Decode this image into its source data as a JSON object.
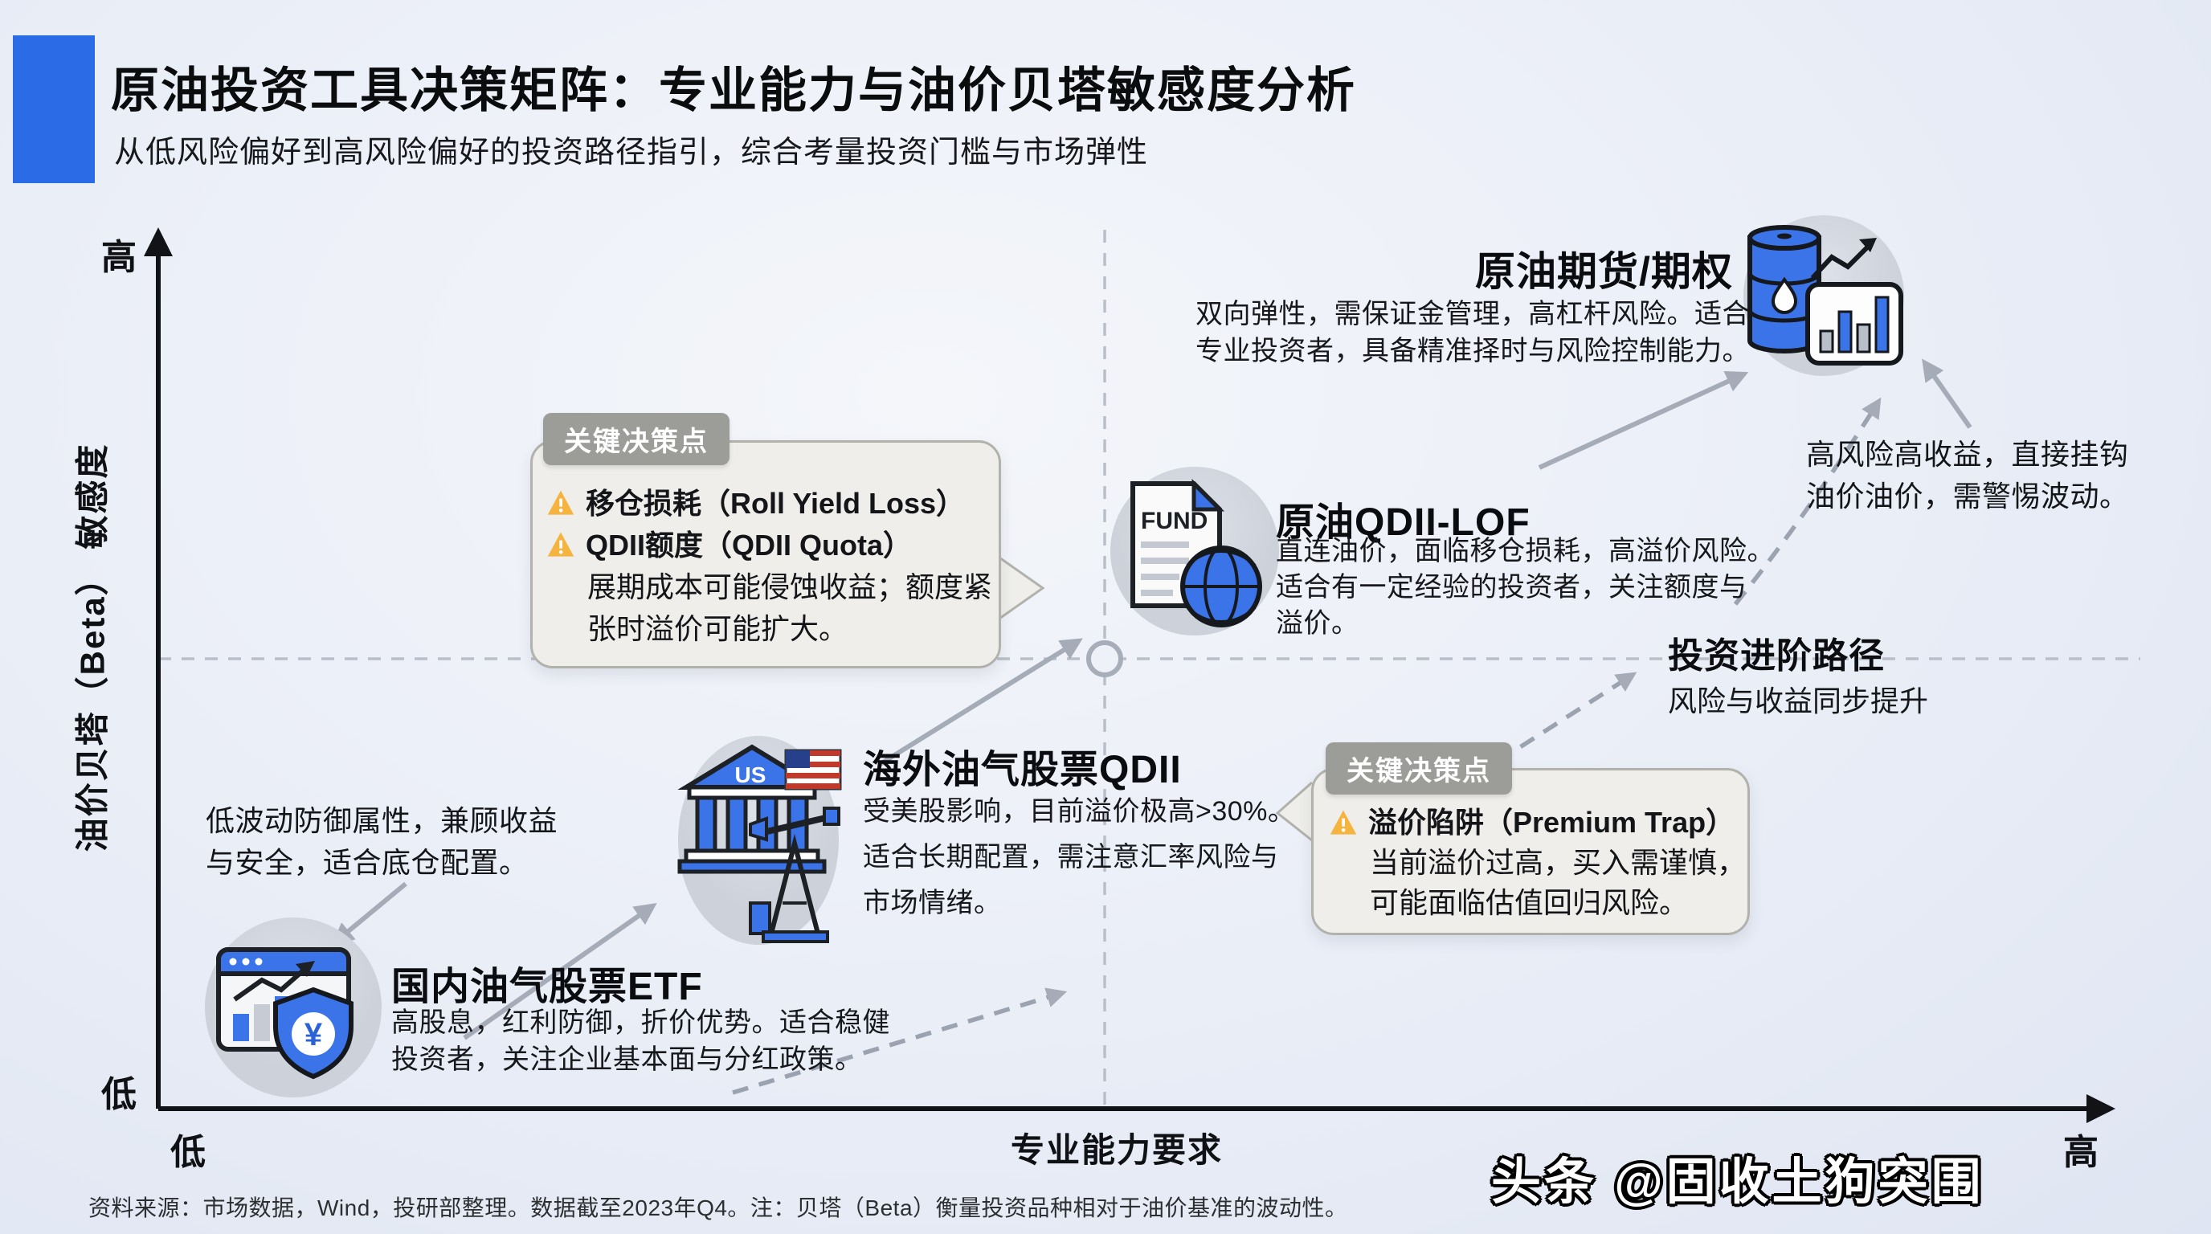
{
  "header": {
    "title": "原油投资工具决策矩阵：专业能力与油价贝塔敏感度分析",
    "subtitle": "从低风险偏好到高风险偏好的投资路径指引，综合考量投资门槛与市场弹性"
  },
  "axes": {
    "y_high": "高",
    "y_low": "低",
    "y_title": "油价贝塔（Beta） 敏感度",
    "x_low": "低",
    "x_title": "专业能力要求",
    "x_high": "高"
  },
  "nodes": {
    "etf": {
      "title": "国内油气股票ETF",
      "desc1": "高股息，红利防御，折价优势。适合稳健",
      "desc2": "投资者，关注企业基本面与分红政策。",
      "note1": "低波动防御属性，兼顾收益",
      "note2": "与安全，适合底仓配置。",
      "icon": "browser-chart-shield-icon"
    },
    "qdii": {
      "title": "海外油气股票QDII",
      "desc1": "受美股影响，目前溢价极高>30%。",
      "desc2": "适合长期配置，需注意汇率风险与",
      "desc3": "市场情绪。",
      "icon": "us-bank-pumpjack-icon"
    },
    "lof": {
      "title": "原油QDII-LOF",
      "desc1": "直连油价，面临移仓损耗，高溢价风险。",
      "desc2": "适合有一定经验的投资者，关注额度与",
      "desc3": "溢价。",
      "icon": "fund-document-globe-icon"
    },
    "futures": {
      "title": "原油期货/期权",
      "desc1": "双向弹性，需保证金管理，高杠杆风险。适合",
      "desc2": "专业投资者，具备精准择时与风险控制能力。",
      "note1": "高风险高收益，直接挂钩",
      "note2": "油价油价，需警惕波动。",
      "icon": "oil-barrel-chart-icon"
    }
  },
  "path_label": {
    "title": "投资进阶路径",
    "subtitle": "风险与收益同步提升"
  },
  "callouts": {
    "roll": {
      "badge": "关键决策点",
      "item1": "移仓损耗（Roll Yield Loss）",
      "item2": "QDII额度（QDII Quota）",
      "body1": "展期成本可能侵蚀收益；额度紧",
      "body2": "张时溢价可能扩大。"
    },
    "premium": {
      "badge": "关键决策点",
      "item1": "溢价陷阱（Premium Trap）",
      "body1": "当前溢价过高，买入需谨慎，",
      "body2": "可能面临估值回归风险。"
    }
  },
  "icon_labels": {
    "fund_doc": "FUND",
    "us_bank": "US",
    "shield_currency": "¥"
  },
  "footer": {
    "source": "资料来源：市场数据，Wind，投研部整理。数据截至2023年Q4。注：贝塔（Beta）衡量投资品种相对于油价基准的波动性。"
  },
  "watermark": {
    "text": "头条 @固收土狗突围"
  }
}
